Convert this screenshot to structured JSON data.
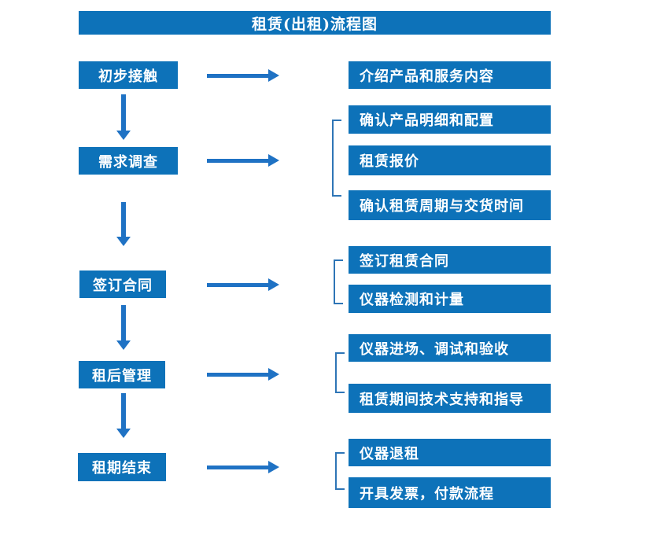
{
  "flow": {
    "title": "租赁(出租)流程图",
    "stages": [
      {
        "label": "初步接触",
        "details": [
          "介绍产品和服务内容"
        ]
      },
      {
        "label": "需求调查",
        "details": [
          "确认产品明细和配置",
          "租赁报价",
          "确认租赁周期与交货时间"
        ]
      },
      {
        "label": "签订合同",
        "details": [
          "签订租赁合同",
          "仪器检测和计量"
        ]
      },
      {
        "label": "租后管理",
        "details": [
          "仪器进场、调试和验收",
          "租赁期间技术支持和指导"
        ]
      },
      {
        "label": "租期结束",
        "details": [
          "仪器退租",
          "开具发票，付款流程"
        ]
      }
    ]
  },
  "colors": {
    "box_blue": "#0d72b9",
    "arrow_blue": "#1f72c4",
    "bracket_blue": "#2e75b6",
    "text_white": "#ffffff",
    "background": "#ffffff"
  }
}
